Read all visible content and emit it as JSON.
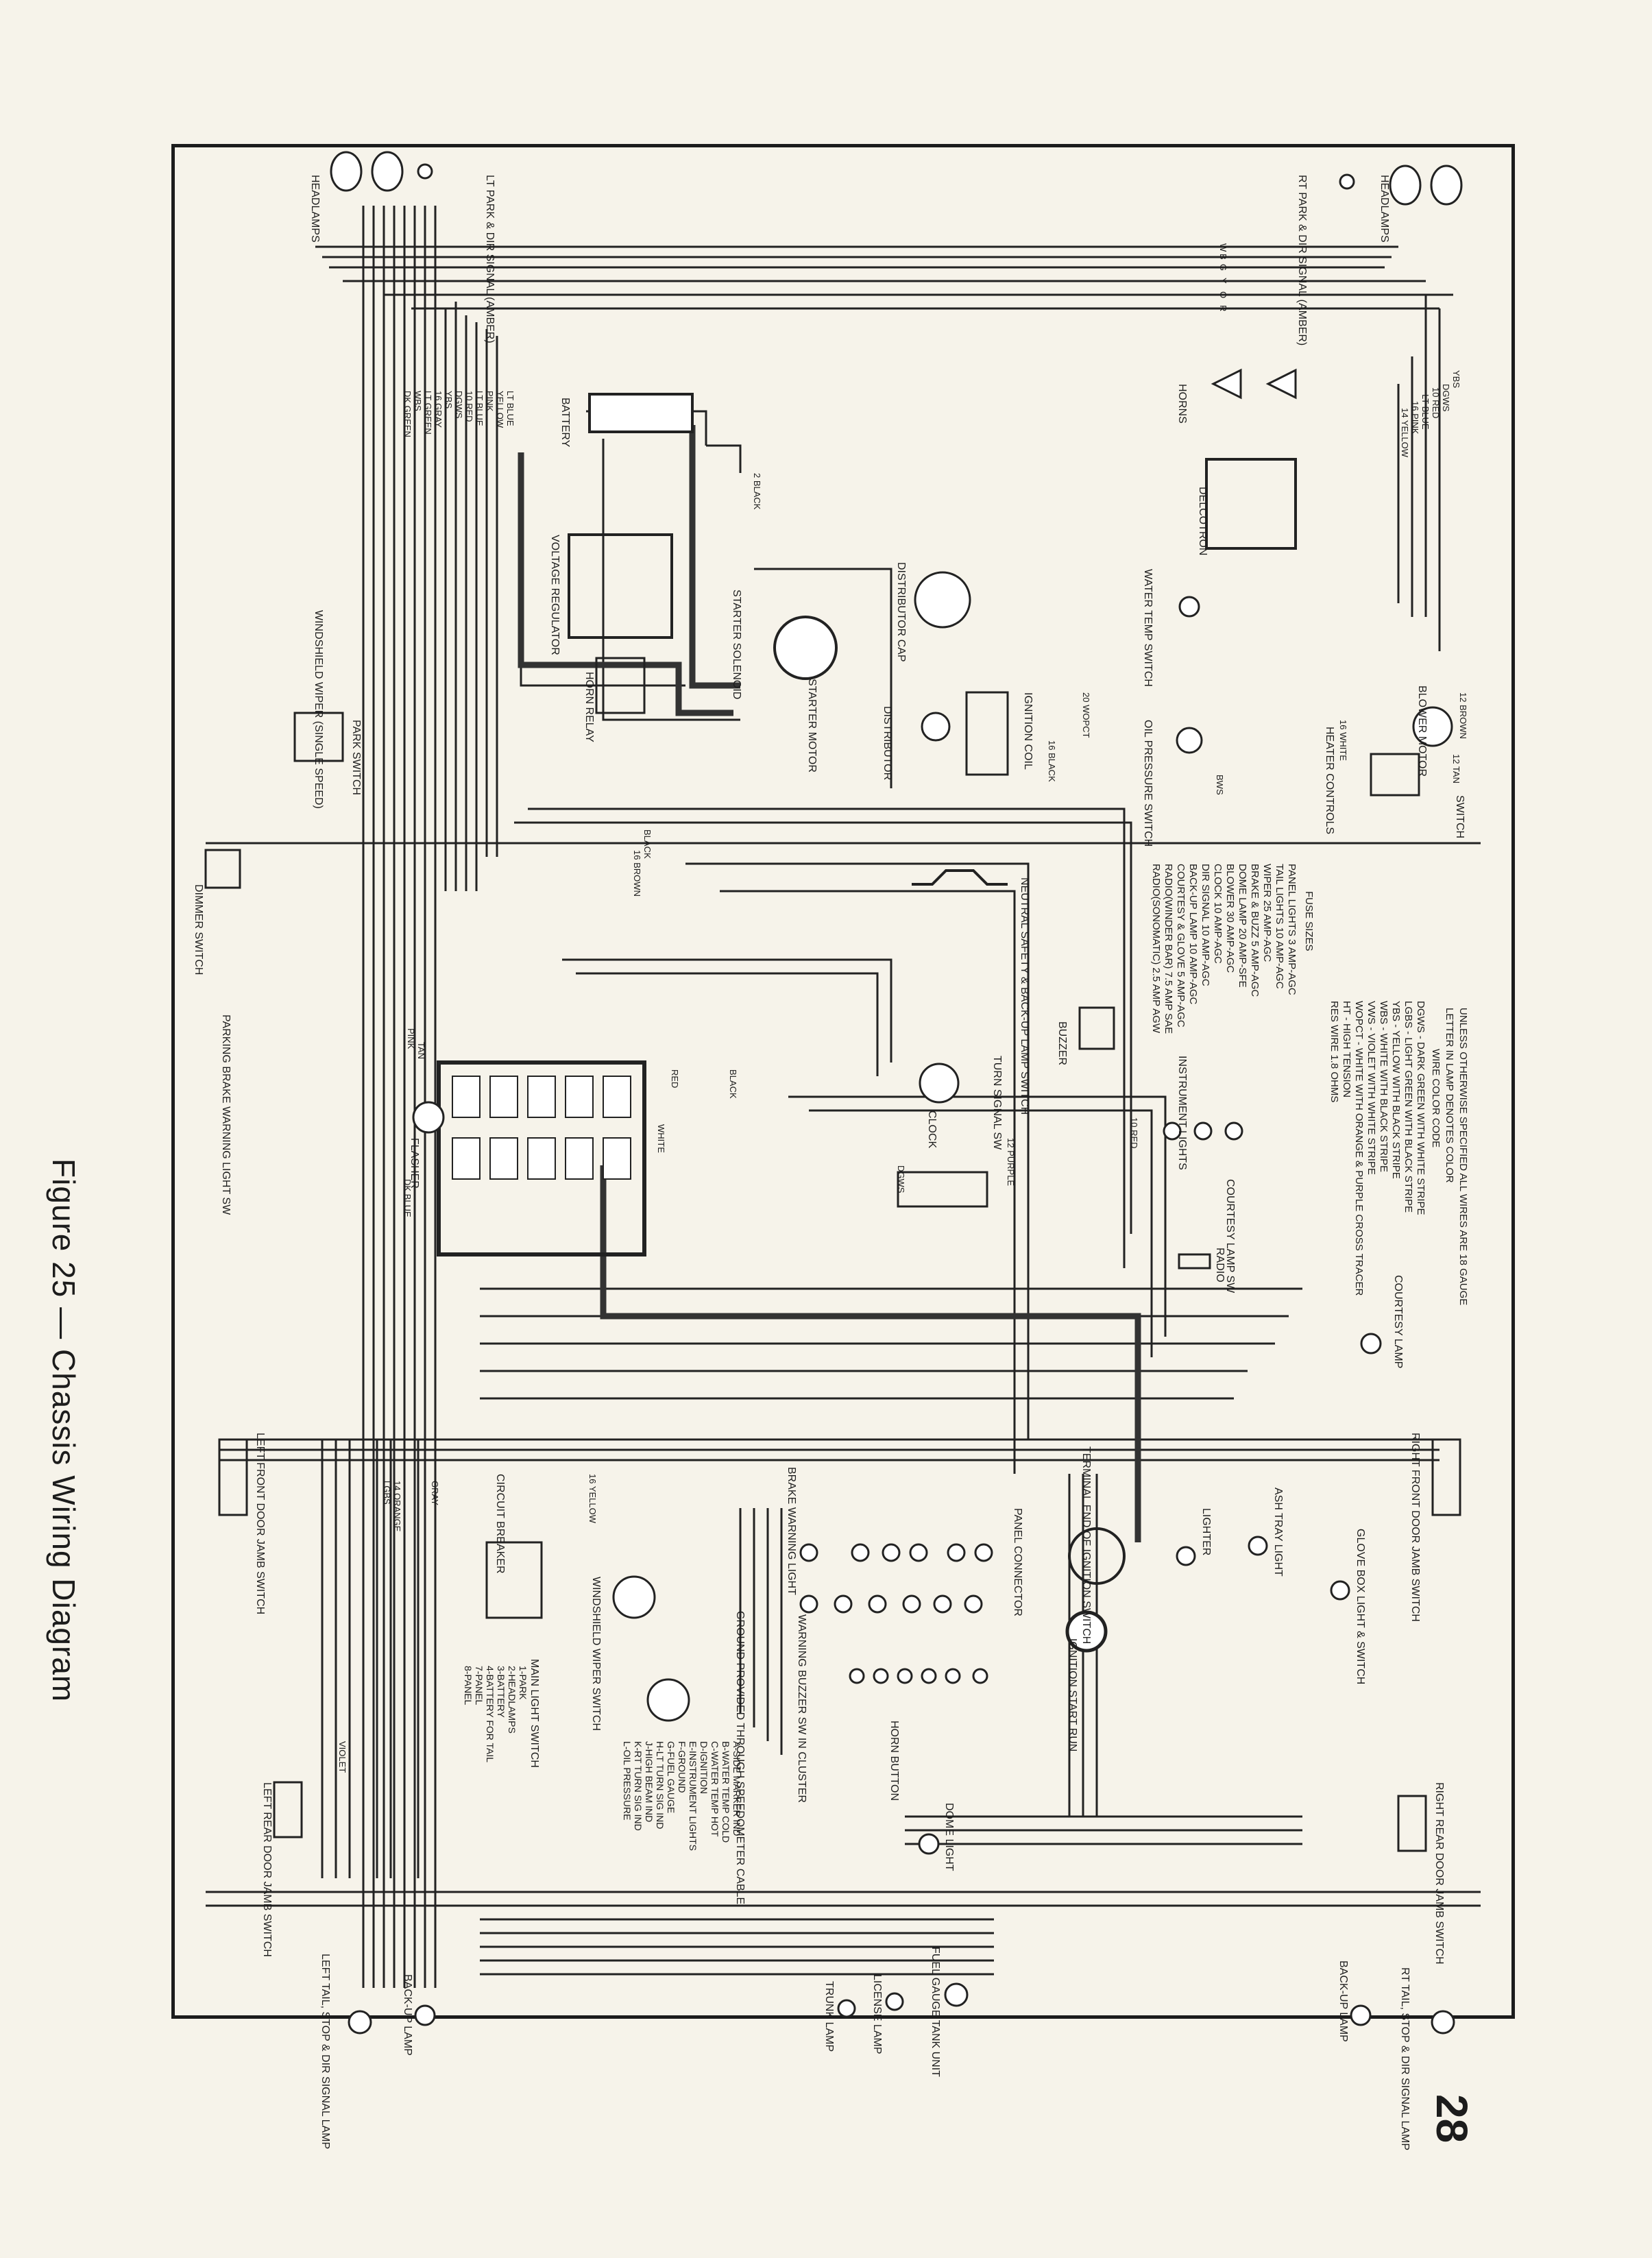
{
  "figure": {
    "caption": "Figure 25 — Chassis Wiring Diagram",
    "page_number": "28"
  },
  "components": {
    "headlamps_left": "HEADLAMPS",
    "headlamps_right": "HEADLAMPS",
    "lt_park_dir": "LT PARK & DIR SIGNAL (AMBER)",
    "rt_park_dir": "RT PARK & DIR SIGNAL (AMBER)",
    "horns": "HORNS",
    "delcotron": "DELCOTRON",
    "battery": "BATTERY",
    "voltage_regulator": "VOLTAGE REGULATOR",
    "horn_relay": "HORN RELAY",
    "starter_solenoid": "STARTER SOLENOID",
    "starter_motor": "STARTER MOTOR",
    "distributor_cap": "DISTRIBUTOR CAP",
    "distributor": "DISTRIBUTOR",
    "ignition_coil": "IGNITION COIL",
    "water_temp_switch": "WATER TEMP SWITCH",
    "oil_pressure_switch": "OIL PRESSURE SWITCH",
    "windshield_wiper": "WINDSHIELD WIPER (SINGLE SPEED)",
    "park_switch": "PARK SWITCH",
    "heater_controls": "HEATER CONTROLS",
    "blower_motor": "BLOWER MOTOR",
    "fan_switch": "SWITCH",
    "dimmer_switch": "DIMMER SWITCH",
    "neutral_safety": "NEUTRAL SAFETY & BACK-UP LAMP SWITCH",
    "buzzer": "BUZZER",
    "instrument_lights": "INSTRUMENT LIGHTS",
    "clock": "CLOCK",
    "turn_signal_sw": "TURN SIGNAL SW",
    "flasher": "FLASHER",
    "courtesy_lamp_sw": "COURTESY LAMP SW",
    "radio": "RADIO",
    "courtesy_lamp": "COURTESY LAMP",
    "parking_brake": "PARKING BRAKE WARNING LIGHT SW",
    "left_front_door": "LEFT FRONT DOOR JAMB SWITCH",
    "right_front_door": "RIGHT FRONT DOOR JAMB SWITCH",
    "ash_tray_light": "ASH TRAY LIGHT",
    "lighter": "LIGHTER",
    "glove_box": "GLOVE BOX LIGHT & SWITCH",
    "ignition_switch": "TERMINAL END OF IGNITION SWITCH",
    "ignition_positions": "IGNITION START RUN",
    "panel_connector": "PANEL CONNECTOR",
    "windshield_wiper_switch": "WINDSHIELD WIPER SWITCH",
    "circuit_breaker": "CIRCUIT BREAKER",
    "main_light_switch": "MAIN LIGHT SWITCH",
    "ground_speedometer": "GROUND PROVIDED THROUGH SPEEDOMETER CABLE",
    "warning_buzzer_sw": "WARNING BUZZER SW IN CLUSTER",
    "horn_button": "HORN BUTTON",
    "dome_light": "DOME LIGHT",
    "left_rear_door": "LEFT REAR DOOR JAMB SWITCH",
    "right_rear_door": "RIGHT REAR DOOR JAMB SWITCH",
    "left_tail": "LEFT TAIL, STOP & DIR SIGNAL LAMP",
    "right_tail": "RT TAIL, STOP & DIR SIGNAL LAMP",
    "backup_left": "BACK-UP LAMP",
    "backup_right": "BACK-UP LAMP",
    "fuel_gauge": "FUEL GAUGE TANK UNIT",
    "license_lamp": "LICENSE LAMP",
    "trunk_lamp": "TRUNK LAMP",
    "brake_warning": "BRAKE WARNING LIGHT"
  },
  "fuse_table": {
    "title": "FUSE SIZES",
    "rows": [
      "PANEL LIGHTS  3 AMP-AGC",
      "TAIL LIGHTS  10 AMP-AGC",
      "WIPER  25 AMP-AGC",
      "BRAKE & BUZZ  5 AMP-AGC",
      "DOME LAMP  20 AMP-SFE",
      "BLOWER  30 AMP-AGC",
      "CLOCK  10 AMP-AGC",
      "DIR SIGNAL  10 AMP-AGC",
      "BACK-UP LAMP  10 AMP-AGC",
      "COURTESY & GLOVE  5 AMP-AGC",
      "RADIO(WINDER BAR)  7.5 AMP SAE",
      "RADIO(SONOMATIC)  2.5 AMP AGW"
    ]
  },
  "wire_color_code": {
    "title": "WIRE COLOR CODE",
    "heading": "UNLESS OTHERWISE SPECIFIED ALL WIRES ARE 18 GAUGE",
    "subheading": "LETTER IN LAMP DENOTES COLOR",
    "rows": [
      "DGWS - DARK GREEN WITH WHITE STRIPE",
      "LGBS - LIGHT GREEN WITH BLACK STRIPE",
      "YBS - YELLOW WITH BLACK STRIPE",
      "WBS - WHITE WITH BLACK STRIPE",
      "VWS - VIOLET WITH WHITE STRIPE",
      "WOPCT - WHITE WITH ORANGE & PURPLE CROSS TRACER",
      "HT - HIGH TENSION",
      "RES WIRE 1.8 OHMS"
    ]
  },
  "panel_connector_key": [
    "A-SIDE MARKER IND",
    "B-WATER TEMP COLD",
    "C-WATER TEMP HOT",
    "D-IGNITION",
    "E-INSTRUMENT LIGHTS",
    "F-GROUND",
    "G-FUEL GAUGE",
    "H-LT TURN SIG IND",
    "J-HIGH BEAM IND",
    "K-RT TURN SIG IND",
    "L-OIL PRESSURE"
  ],
  "main_light_switch_key": [
    "1-PARK",
    "2-HEADLAMPS",
    "3-BATTERY",
    "4-BATTERY FOR TAIL",
    "7-PANEL",
    "8-PANEL"
  ],
  "wire_labels": {
    "top_left": [
      "LT BLUE",
      "YELLOW",
      "PINK",
      "LT BLUE",
      "10 RED",
      "DGWS",
      "YBS",
      "16 GRAY",
      "LT GREEN",
      "WBS",
      "DK GREEN"
    ],
    "top_right": [
      "YBS",
      "DGWS",
      "10 RED",
      "LT BLUE",
      "16 PINK",
      "14 YELLOW"
    ],
    "headlamp_bus": [
      "W",
      "B",
      "G",
      "Y",
      "O",
      "R"
    ],
    "misc": [
      "2 BLACK",
      "BLACK",
      "12 BROWN",
      "12 TAN",
      "16 WHITE",
      "20 WOPCT",
      "16 BLACK",
      "BWS",
      "10 RED",
      "12 PURPLE",
      "DGWS",
      "16 BROWN",
      "BLACK",
      "DK BLUE",
      "TAN",
      "PINK",
      "WHITE",
      "RED",
      "VIOLET",
      "GRAY",
      "14 ORANGE",
      "LGBS",
      "16 YELLOW"
    ]
  }
}
